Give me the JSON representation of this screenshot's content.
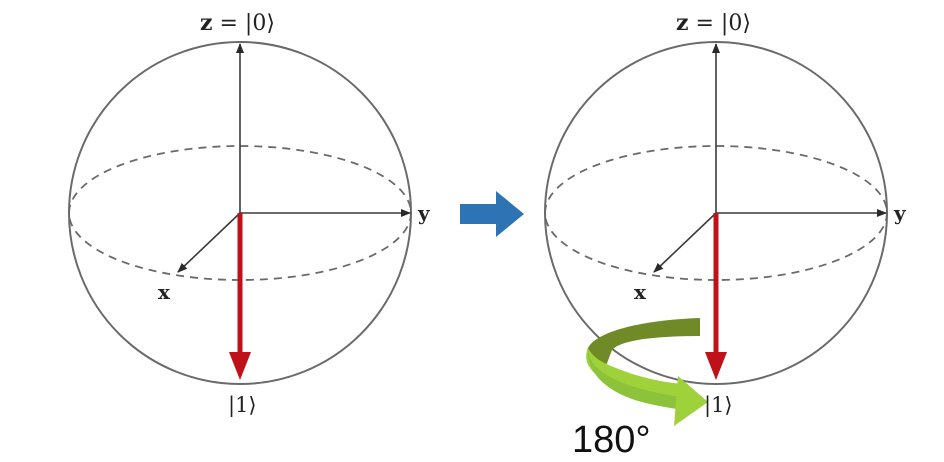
{
  "left_sphere": {
    "z_label_bold": "z",
    "z_label_rest": " = |0⟩",
    "y_label": "y",
    "x_label": "x",
    "bottom_label": "|1⟩"
  },
  "right_sphere": {
    "z_label_bold": "z",
    "z_label_rest": " = |0⟩",
    "y_label": "y",
    "x_label": "x",
    "bottom_label": "|1⟩"
  },
  "rotation_label": "180°",
  "colors": {
    "state_vector": "#c0101a",
    "transition_arrow": "#2e74b5",
    "rotation_arrow_dark": "#7f9a2e",
    "rotation_arrow_light": "#9acd32"
  }
}
